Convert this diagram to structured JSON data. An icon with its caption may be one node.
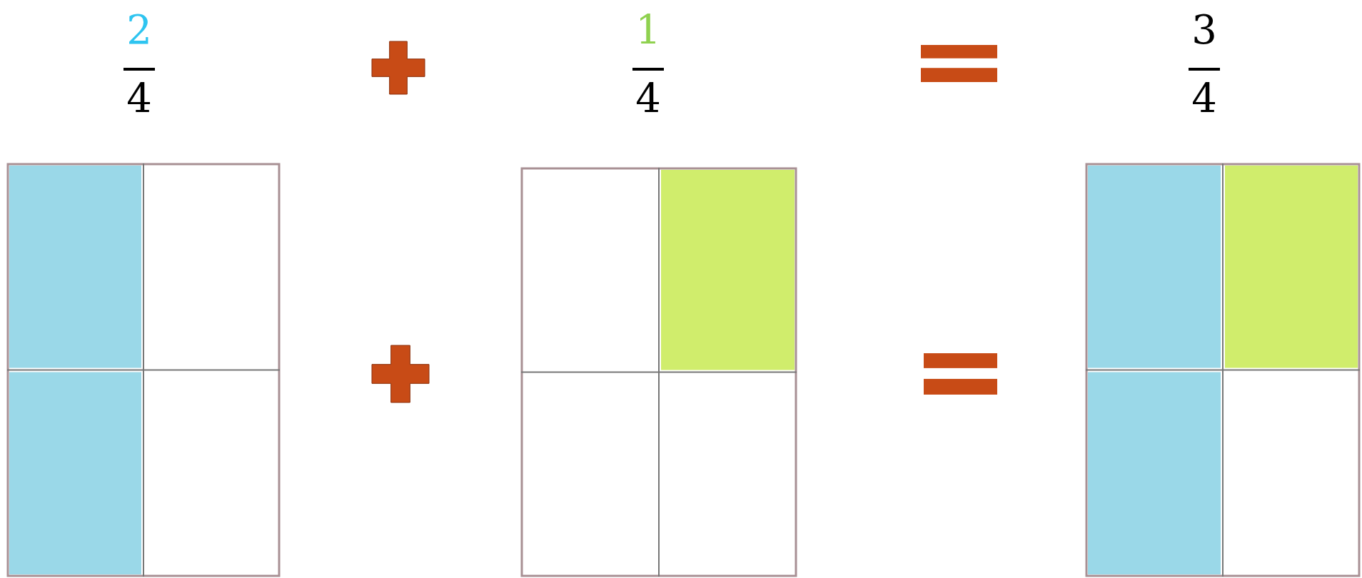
{
  "diagram": {
    "labels": [
      "2",
      "4",
      "1",
      "4",
      "3",
      "4"
    ]
  }
}
